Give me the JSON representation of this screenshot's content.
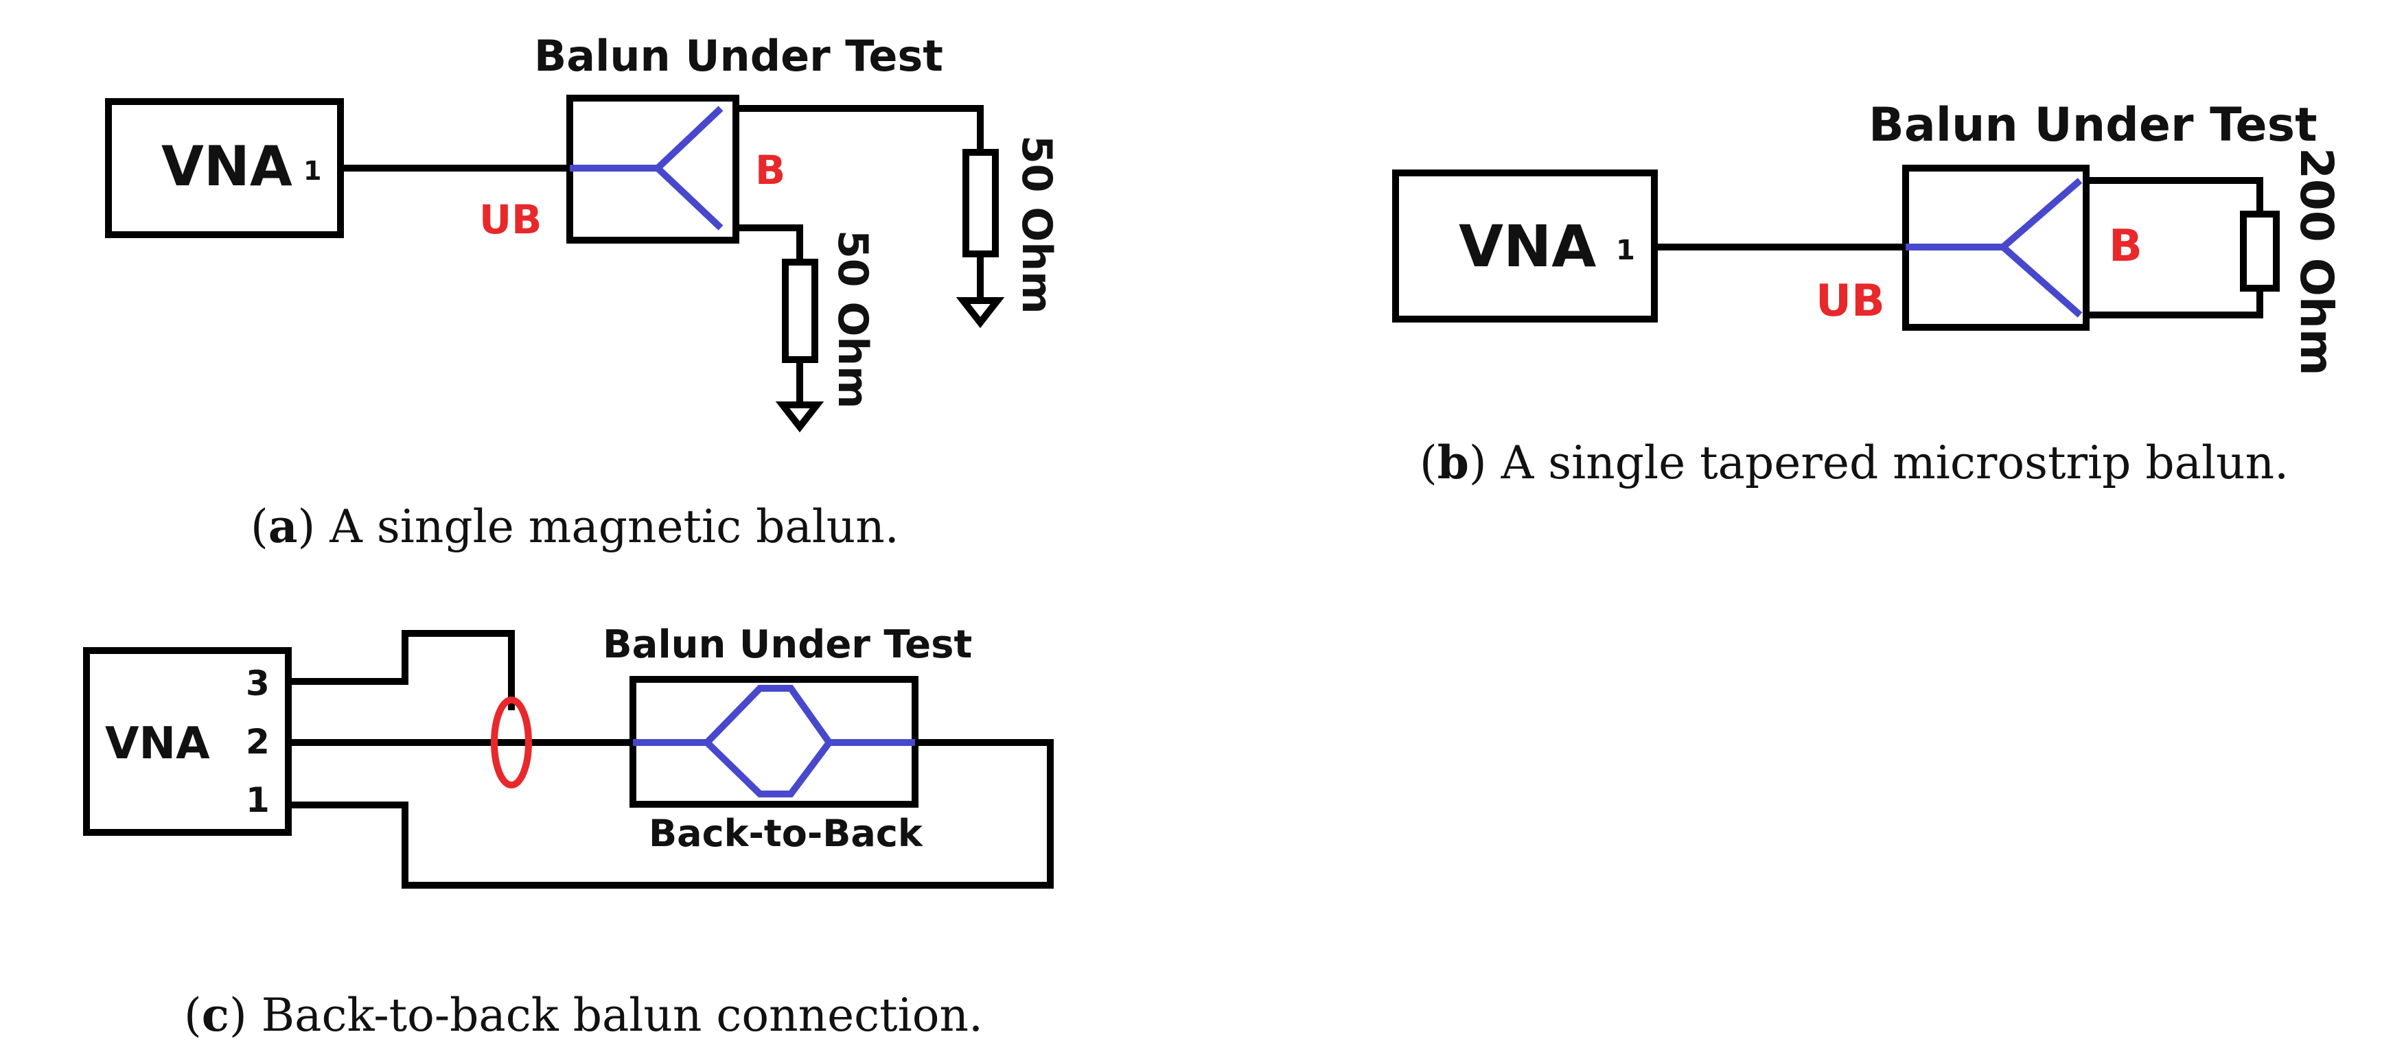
{
  "panel_a": {
    "vna_label": "VNA",
    "port_label": "1",
    "title": "Balun Under Test",
    "ub_label": "UB",
    "b_label": "B",
    "resistor_1_label": "50 Ohm",
    "resistor_2_label": "50 Ohm",
    "caption_letter": "a",
    "caption_text": " A single magnetic balun."
  },
  "panel_b": {
    "vna_label": "VNA",
    "port_label": "1",
    "title": "Balun Under Test",
    "ub_label": "UB",
    "b_label": "B",
    "resistor_label": "200 Ohm",
    "caption_letter": "b",
    "caption_text": " A single tapered microstrip balun."
  },
  "panel_c": {
    "vna_label": "VNA",
    "port_3_label": "3",
    "port_2_label": "2",
    "port_1_label": "1",
    "title": "Balun Under Test",
    "subtitle": "Back-to-Back",
    "caption_letter": "c",
    "caption_text": " Back-to-back balun connection."
  },
  "colors": {
    "wire": "#000000",
    "balun_path": "#4848cc",
    "label_red": "#e8282b",
    "ring": "#e8282b"
  }
}
